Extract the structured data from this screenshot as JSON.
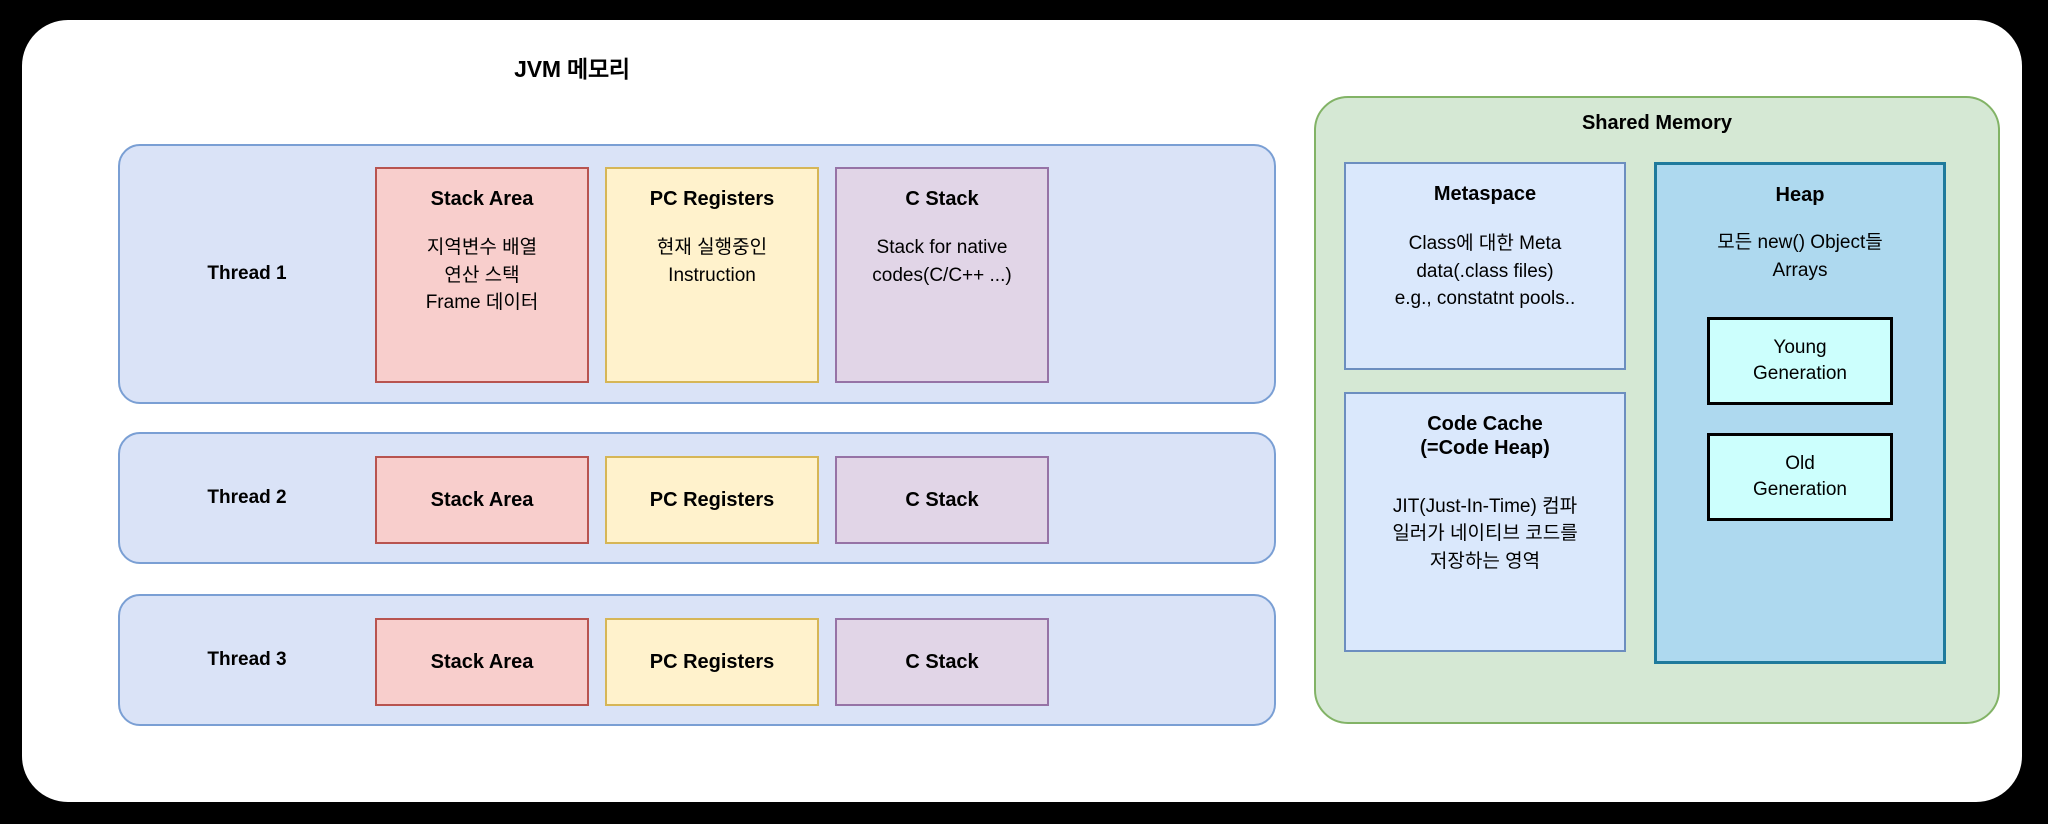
{
  "diagram": {
    "title": "JVM 메모리",
    "background_color": "#000000",
    "card_color": "#ffffff"
  },
  "threads": [
    {
      "label": "Thread 1",
      "boxes": [
        {
          "name": "stack-area",
          "title": "Stack Area",
          "body": "지역변수 배열\n연산 스택\nFrame 데이터",
          "fill": "#f8cecc",
          "stroke": "#b85450"
        },
        {
          "name": "pc-registers",
          "title": "PC Registers",
          "body": "현재 실행중인\nInstruction",
          "fill": "#fff2cc",
          "stroke": "#d6b656"
        },
        {
          "name": "c-stack",
          "title": "C Stack",
          "body": "Stack for native\ncodes(C/C++ ...)",
          "fill": "#e1d5e7",
          "stroke": "#9673a6"
        }
      ]
    },
    {
      "label": "Thread 2",
      "boxes": [
        {
          "name": "stack-area",
          "title": "Stack Area",
          "body": "",
          "fill": "#f8cecc",
          "stroke": "#b85450"
        },
        {
          "name": "pc-registers",
          "title": "PC Registers",
          "body": "",
          "fill": "#fff2cc",
          "stroke": "#d6b656"
        },
        {
          "name": "c-stack",
          "title": "C Stack",
          "body": "",
          "fill": "#e1d5e7",
          "stroke": "#9673a6"
        }
      ]
    },
    {
      "label": "Thread 3",
      "boxes": [
        {
          "name": "stack-area",
          "title": "Stack Area",
          "body": "",
          "fill": "#f8cecc",
          "stroke": "#b85450"
        },
        {
          "name": "pc-registers",
          "title": "PC Registers",
          "body": "",
          "fill": "#fff2cc",
          "stroke": "#d6b656"
        },
        {
          "name": "c-stack",
          "title": "C Stack",
          "body": "",
          "fill": "#e1d5e7",
          "stroke": "#9673a6"
        }
      ]
    }
  ],
  "shared_memory": {
    "title": "Shared Memory",
    "fill": "#d5e8d4",
    "stroke": "#82b366",
    "metaspace": {
      "title": "Metaspace",
      "body": "Class에 대한 Meta\ndata(.class files)\ne.g., constatnt pools..",
      "fill": "#dae8fc",
      "stroke": "#6c8ebf"
    },
    "code_cache": {
      "title": "Code Cache\n(=Code Heap)",
      "body": "JIT(Just-In-Time) 컴파\n일러가 네이티브 코드를\n저장하는 영역",
      "fill": "#dae8fc",
      "stroke": "#6c8ebf"
    },
    "heap": {
      "title": "Heap",
      "body": "모든 new() Object들\nArrays",
      "fill": "#aed9ef",
      "stroke": "#1f7a9c",
      "generations": [
        {
          "label": "Young\nGeneration",
          "fill": "#ccfffd",
          "stroke": "#000000"
        },
        {
          "label": "Old\nGeneration",
          "fill": "#ccfffd",
          "stroke": "#000000"
        }
      ]
    }
  }
}
